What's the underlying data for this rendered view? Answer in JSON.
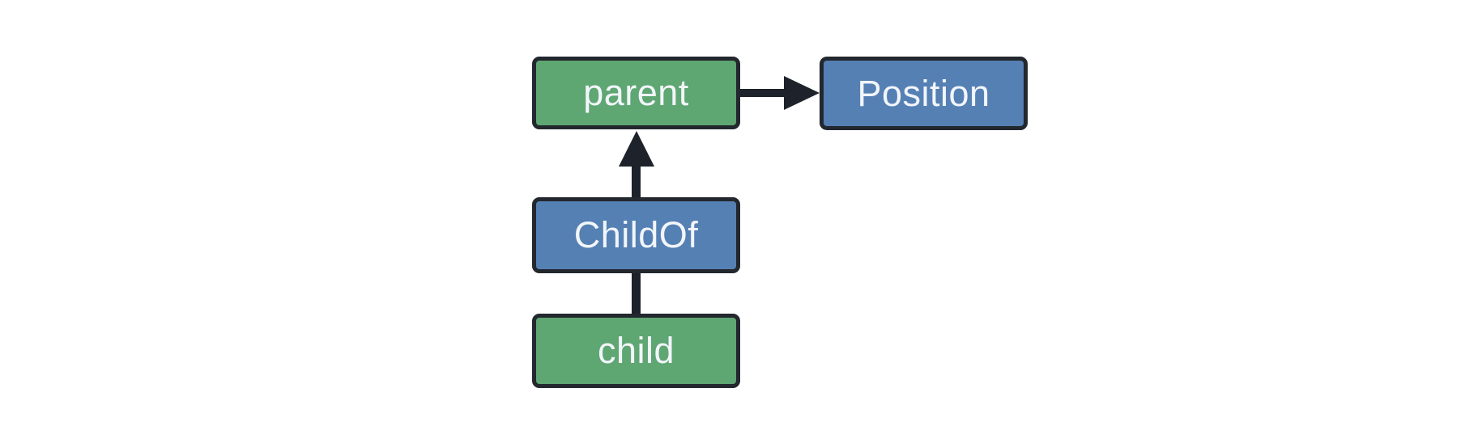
{
  "diagram": {
    "title": "entity relationship diagram",
    "background": "#ffffff",
    "colors": {
      "entity_fill": "#5ea672",
      "component_fill": "#5580b4",
      "border": "#23272e",
      "arrow": "#1e222a",
      "text": "#f2f5fa"
    },
    "nodes": [
      {
        "id": "parent",
        "label": "parent",
        "type": "entity"
      },
      {
        "id": "Position",
        "label": "Position",
        "type": "component"
      },
      {
        "id": "ChildOf",
        "label": "ChildOf",
        "type": "component"
      },
      {
        "id": "child",
        "label": "child",
        "type": "entity"
      }
    ],
    "edges": [
      {
        "from": "parent",
        "to": "Position",
        "style": "arrow",
        "direction": "right"
      },
      {
        "from": "ChildOf",
        "to": "parent",
        "style": "arrow",
        "direction": "up"
      },
      {
        "from": "child",
        "to": "ChildOf",
        "style": "line",
        "direction": "up"
      }
    ]
  }
}
